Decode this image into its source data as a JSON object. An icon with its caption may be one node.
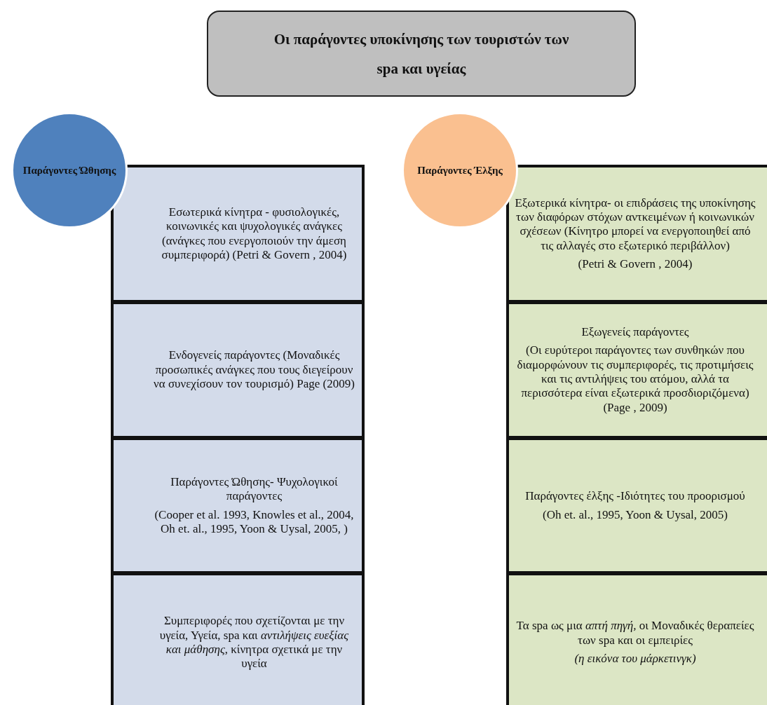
{
  "diagram": {
    "nodes": [
      {
        "text": [
          "Οι παράγοντες υποκίνησης των τουριστών των spa και υγείας"
        ]
      },
      {
        "text": [
          "Παράγοντες Ώθησης"
        ]
      },
      {
        "text": [
          "Εσωτερικά κίνητρα - φυσιολογικές, κοινωνικές και ψυχολογικές ανάγκες (ανάγκες που ενεργοποιούν την άμεση συμπεριφορά) (Petri & Govern , 2004)"
        ]
      },
      {
        "text": [
          "Ενδογενείς παράγοντες (Μοναδικές προσωπικές ανάγκες που τους διεγείρουν να συνεχίσουν τον τουρισμό) Page (2009)"
        ]
      },
      {
        "text": [
          "Παράγοντες Ώθησης- Ψυχολογικοί παράγοντες",
          "(Cooper et al. 1993, Knowles et al., 2004, Oh et. al., 1995, Yoon & Uysal, 2005, )"
        ]
      },
      {
        "text": [
          "Συμπεριφορές που σχετίζονται με την υγεία,  Υγεία, spa και *αντιλήψεις ευεξίας και μάθησης*, κίνητρα σχετικά με την υγεία"
        ]
      },
      {
        "text": [
          "Παράγοντες Έλξης"
        ]
      },
      {
        "text": [
          "Εξωτερικά κίνητρα- οι επιδράσεις της υποκίνησης των διαφόρων στόχων αντκειμένων ή κοινωνικών σχέσεων  (Κίνητρο μπορεί να ενεργοποιηθεί από τις αλλαγές στο εξωτερικό περιβάλλον)",
          "(Petri & Govern , 2004)"
        ]
      },
      {
        "text": [
          "Εξωγενείς παράγοντες",
          "(Οι ευρύτεροι παράγοντες των συνθηκών που διαμορφώνουν τις συμπεριφορές, τις προτιμήσεις και τις αντιλήψεις του ατόμου, αλλά τα περισσότερα είναι εξωτερικά προσδιοριζόμενα) (Page , 2009)"
        ]
      },
      {
        "text": [
          "Παράγοντες έλξης -Ιδιότητες του προορισμού",
          "(Oh et. al., 1995, Yoon & Uysal, 2005)"
        ]
      },
      {
        "text": [
          "Τα  spa ως μια *απτή πηγή,* οι Μοναδικές θεραπείες των spa και οι εμπειρίες",
          "(η εικόνα του μάρκετινγκ)"
        ]
      }
    ]
  }
}
